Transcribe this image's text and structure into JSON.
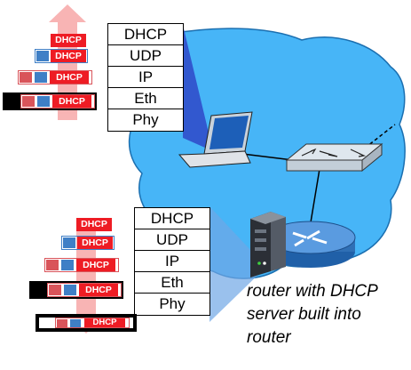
{
  "top_stack": {
    "layers": [
      "DHCP",
      "UDP",
      "IP",
      "Eth",
      "Phy"
    ]
  },
  "bottom_stack": {
    "layers": [
      "DHCP",
      "UDP",
      "IP",
      "Eth",
      "Phy"
    ]
  },
  "packet_label": "DHCP",
  "caption_lines": [
    "router with DHCP",
    "server built into",
    "router"
  ],
  "colors": {
    "cloud": "#47b5f7",
    "dhcp_red": "#ee1c24",
    "arrow_pink": "#f7a8a8",
    "udp_blue": "#3f7fc6",
    "ip_pink": "#d9545a",
    "frame_black": "#000000",
    "router_blue": "#2f6fb5"
  },
  "icons": [
    "laptop-icon",
    "switch-icon",
    "router-icon",
    "server-icon"
  ]
}
